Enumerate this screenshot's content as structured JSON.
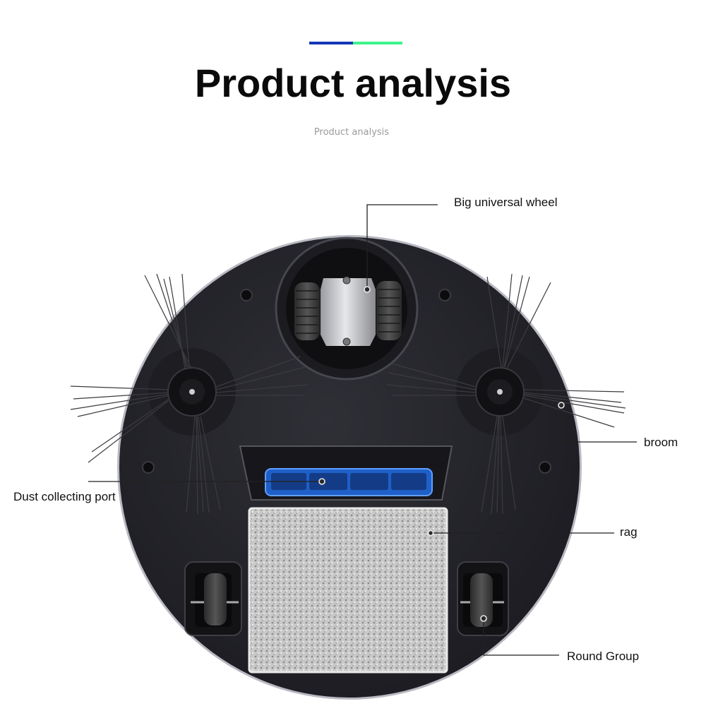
{
  "header": {
    "title": "Product analysis",
    "subtitle": "Product analysis",
    "accent_colors": {
      "left": "#1536b8",
      "right": "#3df58a"
    }
  },
  "product": {
    "name": "robot-vacuum-underside",
    "body_color": "#222228",
    "accent_color": "#1f6fe0",
    "callouts": [
      {
        "id": "big-universal-wheel",
        "label": "Big universal wheel"
      },
      {
        "id": "broom",
        "label": "broom"
      },
      {
        "id": "dust-collecting-port",
        "label": "Dust collecting port"
      },
      {
        "id": "rag",
        "label": "rag"
      },
      {
        "id": "round-group",
        "label": "Round Group"
      }
    ]
  }
}
